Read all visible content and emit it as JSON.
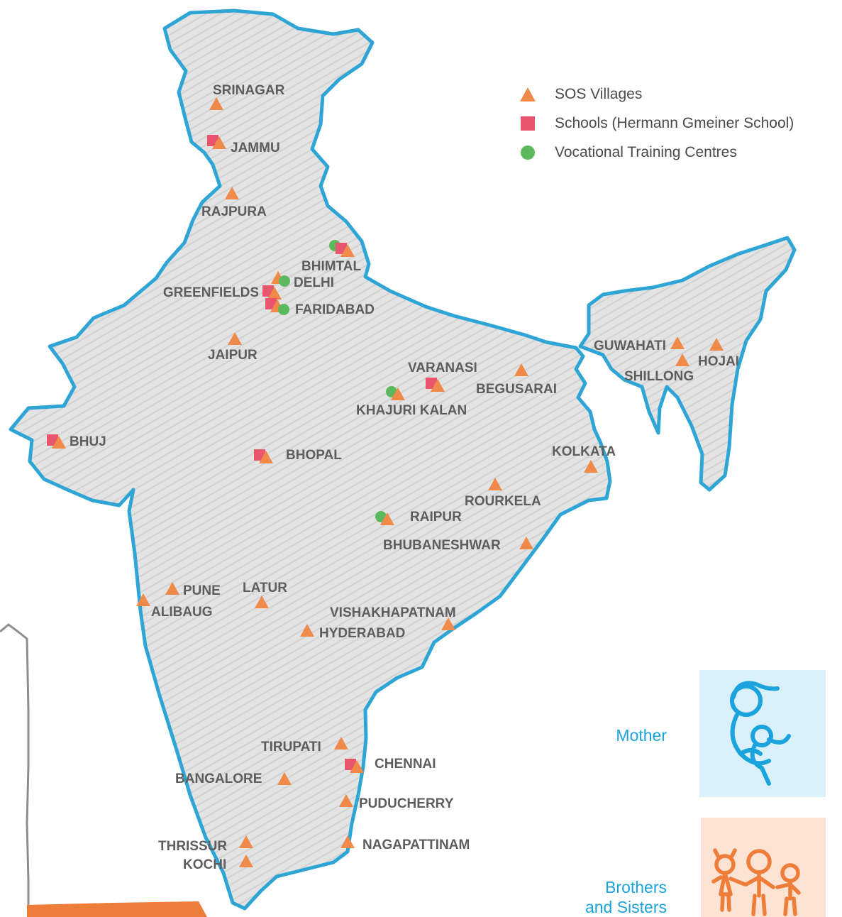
{
  "legend": {
    "items": [
      {
        "label": "SOS Villages",
        "icon": "triangle-icon",
        "color": "#f08a4b"
      },
      {
        "label": "Schools (Hermann Gmeiner School)",
        "icon": "square-icon",
        "color": "#e9556c"
      },
      {
        "label": "Vocational Training Centres",
        "icon": "circle-icon",
        "color": "#5cb85c"
      }
    ]
  },
  "colors": {
    "land": "#e4e4e4",
    "border": "#2fa5d6",
    "label": "#5d5d5d",
    "accent_blue": "#1aa3dc",
    "accent_orange": "#f08a4b"
  },
  "cities": [
    {
      "name": "SRINAGAR",
      "markers": [
        "triangle"
      ]
    },
    {
      "name": "JAMMU",
      "markers": [
        "square",
        "triangle"
      ]
    },
    {
      "name": "RAJPURA",
      "markers": [
        "triangle"
      ]
    },
    {
      "name": "BHIMTAL",
      "markers": [
        "circle",
        "square",
        "triangle"
      ]
    },
    {
      "name": "DELHI",
      "markers": [
        "triangle",
        "circle"
      ]
    },
    {
      "name": "GREENFIELDS",
      "markers": [
        "square",
        "triangle"
      ]
    },
    {
      "name": "FARIDABAD",
      "markers": [
        "square",
        "triangle",
        "circle"
      ]
    },
    {
      "name": "JAIPUR",
      "markers": [
        "triangle"
      ]
    },
    {
      "name": "VARANASI",
      "markers": [
        "square",
        "triangle"
      ]
    },
    {
      "name": "BEGUSARAI",
      "markers": [
        "triangle"
      ]
    },
    {
      "name": "KHAJURI KALAN",
      "markers": [
        "circle",
        "triangle"
      ]
    },
    {
      "name": "GUWAHATI",
      "markers": [
        "triangle"
      ]
    },
    {
      "name": "HOJAI",
      "markers": [
        "triangle"
      ]
    },
    {
      "name": "SHILLONG",
      "markers": [
        "triangle"
      ]
    },
    {
      "name": "BHUJ",
      "markers": [
        "square",
        "triangle"
      ]
    },
    {
      "name": "BHOPAL",
      "markers": [
        "square",
        "triangle"
      ]
    },
    {
      "name": "KOLKATA",
      "markers": [
        "triangle"
      ]
    },
    {
      "name": "ROURKELA",
      "markers": [
        "triangle"
      ]
    },
    {
      "name": "RAIPUR",
      "markers": [
        "circle",
        "triangle"
      ]
    },
    {
      "name": "BHUBANESHWAR",
      "markers": [
        "triangle"
      ]
    },
    {
      "name": "PUNE",
      "markers": [
        "triangle"
      ]
    },
    {
      "name": "LATUR",
      "markers": [
        "triangle"
      ]
    },
    {
      "name": "ALIBAUG",
      "markers": [
        "triangle"
      ]
    },
    {
      "name": "VISHAKHAPATNAM",
      "markers": [
        "triangle"
      ]
    },
    {
      "name": "HYDERABAD",
      "markers": [
        "triangle"
      ]
    },
    {
      "name": "TIRUPATI",
      "markers": [
        "triangle"
      ]
    },
    {
      "name": "CHENNAI",
      "markers": [
        "square",
        "triangle"
      ]
    },
    {
      "name": "BANGALORE",
      "markers": [
        "triangle"
      ]
    },
    {
      "name": "PUDUCHERRY",
      "markers": [
        "triangle"
      ]
    },
    {
      "name": "NAGAPATTINAM",
      "markers": [
        "triangle"
      ]
    },
    {
      "name": "THRISSUR",
      "markers": [
        "triangle"
      ]
    },
    {
      "name": "KOCHI",
      "markers": [
        "triangle"
      ]
    }
  ],
  "panels": {
    "mother": {
      "label": "Mother",
      "icon": "mother-child-icon",
      "color": "#daf0fb"
    },
    "siblings": {
      "label_line1": "Brothers",
      "label_line2": "and Sisters",
      "icon": "children-icon",
      "color": "#fde3d4"
    }
  }
}
